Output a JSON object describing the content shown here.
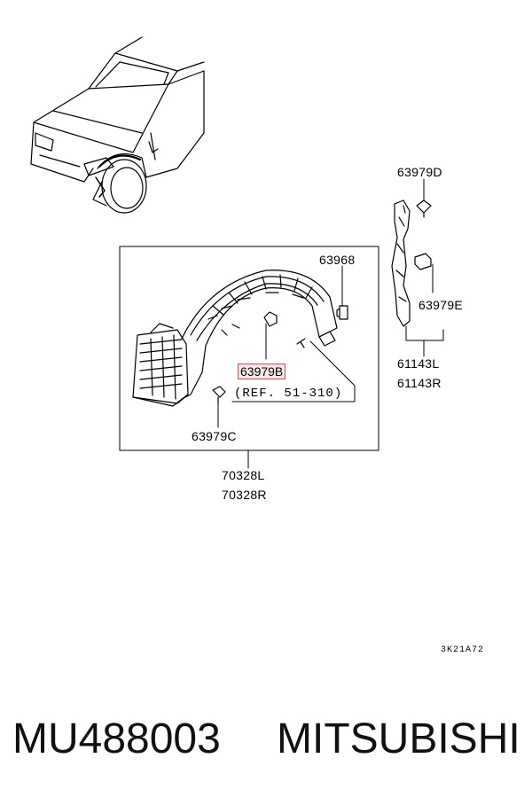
{
  "callouts": {
    "p63979D": "63979D",
    "p63968": "63968",
    "p63979E": "63979E",
    "p63979B": "63979B",
    "p63979C": "63979C",
    "p61143L": "61143L",
    "p61143R": "61143R",
    "p70328L": "70328L",
    "p70328R": "70328R",
    "ref": "(REF. 51-310)"
  },
  "diagram_code": "3K21A72",
  "footer": {
    "part_number": "MU488003",
    "brand": "MITSUBISHI"
  },
  "colors": {
    "highlight_border": "#e05050",
    "highlight_fill": "#fde8e8",
    "line": "#000000"
  }
}
